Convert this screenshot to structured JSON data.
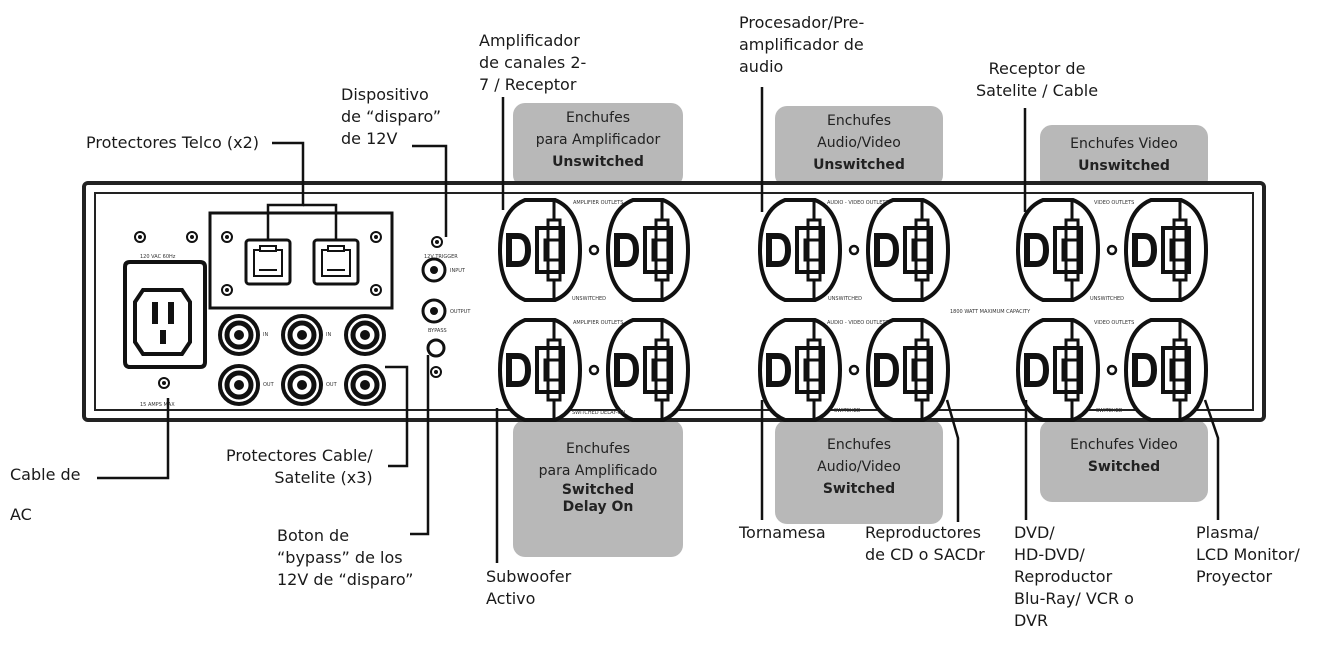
{
  "panel": {
    "voltage": "120 VAC 60Hz",
    "amps": "15 AMPS MAX",
    "trigger": "12V TRIGGER",
    "input": "INPUT",
    "output": "OUTPUT",
    "bypass": "BYPASS",
    "in": "IN",
    "out": "OUT",
    "capacity": "1800 WATT MAXIMUM CAPACITY",
    "amp_outlets": "AMPLIFIER OUTLETS",
    "av_outlets": "AUDIO - VIDEO OUTLETS",
    "video_outlets": "VIDEO OUTLETS",
    "unswitched": "UNSWITCHED",
    "switched": "SWITCHED",
    "switched_delay": "SWITCHED DELAY-ON"
  },
  "boxes": {
    "amp_top": {
      "l1": "Enchufes",
      "l2": "para Amplificador",
      "l3": "Unswitched"
    },
    "av_top": {
      "l1": "Enchufes",
      "l2": "Audio/Video",
      "l3": "Unswitched"
    },
    "video_top": {
      "l1": "Enchufes Video",
      "l2": "Unswitched"
    },
    "amp_bottom": {
      "l1": "Enchufes",
      "l2": "para Amplificado",
      "l3": "Switched",
      "l4": "Delay On"
    },
    "av_bottom": {
      "l1": "Enchufes",
      "l2": "Audio/Video",
      "l3": "Switched"
    },
    "video_bottom": {
      "l1": "Enchufes Video",
      "l2": "Switched"
    }
  },
  "labels": {
    "telco": "Protectores Telco (x2)",
    "trigger_device": "Dispositivo\nde “disparo”\nde 12V",
    "amplifier": "Amplificador\nde canales 2-\n7 / Receptor",
    "processor": "Procesador/Pre-\namplificador de\naudio",
    "receiver": "Receptor de\nSatelite / Cable",
    "ac_cable": "Cable de\n\nAC",
    "cable_sat": "Protectores Cable/\nSatelite (x3)",
    "bypass_btn": "Boton de\n“bypass” de los\n12V de “disparo”",
    "subwoofer": "Subwoofer\nActivo",
    "turntable": "Tornamesa",
    "cd": "Reproductores\nde CD o SACDr",
    "dvd": "DVD/\nHD-DVD/\nReproductor\nBlu-Ray/ VCR o\nDVR",
    "plasma": "Plasma/\nLCD Monitor/\nProyector"
  }
}
